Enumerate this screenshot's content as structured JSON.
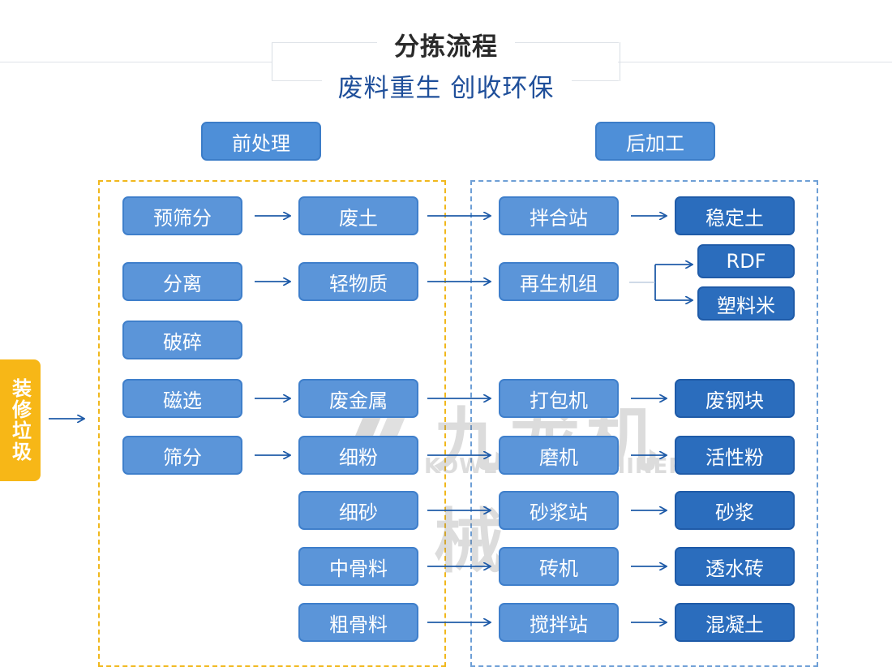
{
  "header": {
    "title": "分拣流程",
    "subtitle": "废料重生 创收环保"
  },
  "sections": {
    "pre": "前处理",
    "post": "后加工"
  },
  "side_tag": "装修垃圾",
  "pre_boxes": [
    "预筛分",
    "分离",
    "破碎",
    "磁选",
    "筛分"
  ],
  "materials": [
    "废土",
    "轻物质",
    "废金属",
    "细粉",
    "细砂",
    "中骨料",
    "粗骨料"
  ],
  "process": [
    "拌合站",
    "再生机组",
    "打包机",
    "磨机",
    "砂浆站",
    "砖机",
    "搅拌站"
  ],
  "products": [
    "稳定土",
    "RDF",
    "塑料米",
    "废钢块",
    "活性粉",
    "砂浆",
    "透水砖",
    "混凝土"
  ],
  "watermark": {
    "main": "九龙机械",
    "sub": "KOWLOONMACHINERY"
  },
  "colors": {
    "accent_blue": "#1f4f9a",
    "box_light": "#5b95d9",
    "box_dark": "#2b6dbd",
    "yellow": "#f7b717"
  }
}
